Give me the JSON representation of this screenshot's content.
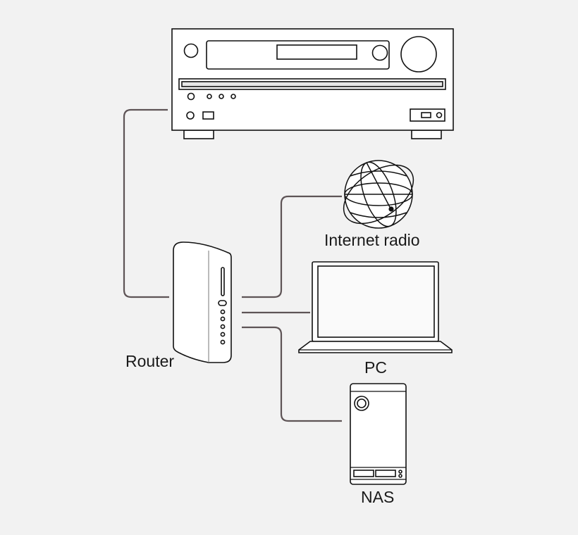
{
  "labels": {
    "internet_radio": "Internet radio",
    "router": "Router",
    "pc": "PC",
    "nas": "NAS"
  },
  "colors": {
    "background": "#f2f2f2",
    "device_stroke": "#111111",
    "device_fill": "#ffffff",
    "cable": "#5e5456"
  }
}
